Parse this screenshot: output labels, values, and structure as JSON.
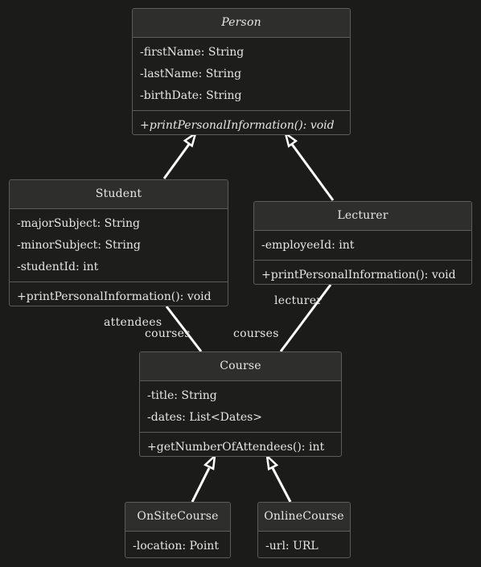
{
  "classes": {
    "person": {
      "name": "Person",
      "attributes": [
        "-firstName: String",
        "-lastName: String",
        "-birthDate: String"
      ],
      "operations": [
        "+printPersonalInformation(): void"
      ]
    },
    "student": {
      "name": "Student",
      "attributes": [
        "-majorSubject: String",
        "-minorSubject: String",
        "-studentId: int"
      ],
      "operations": [
        "+printPersonalInformation(): void"
      ]
    },
    "lecturer": {
      "name": "Lecturer",
      "attributes": [
        "-employeeId: int"
      ],
      "operations": [
        "+printPersonalInformation(): void"
      ]
    },
    "course": {
      "name": "Course",
      "attributes": [
        "-title: String",
        "-dates: List<Dates>"
      ],
      "operations": [
        "+getNumberOfAttendees(): int"
      ]
    },
    "onsite": {
      "name": "OnSiteCourse",
      "attributes": [
        "-location: Point"
      ]
    },
    "online": {
      "name": "OnlineCourse",
      "attributes": [
        "-url: URL"
      ]
    }
  },
  "labels": {
    "attendees": "attendees",
    "student_courses": "courses",
    "lecturer_courses": "courses",
    "lecturer": "lecturer"
  },
  "colors": {
    "background": "#1b1c1a",
    "header": "#2e2f2d",
    "border": "#5c5c5c",
    "line": "#ffffff",
    "text": "#e6e6e6"
  }
}
